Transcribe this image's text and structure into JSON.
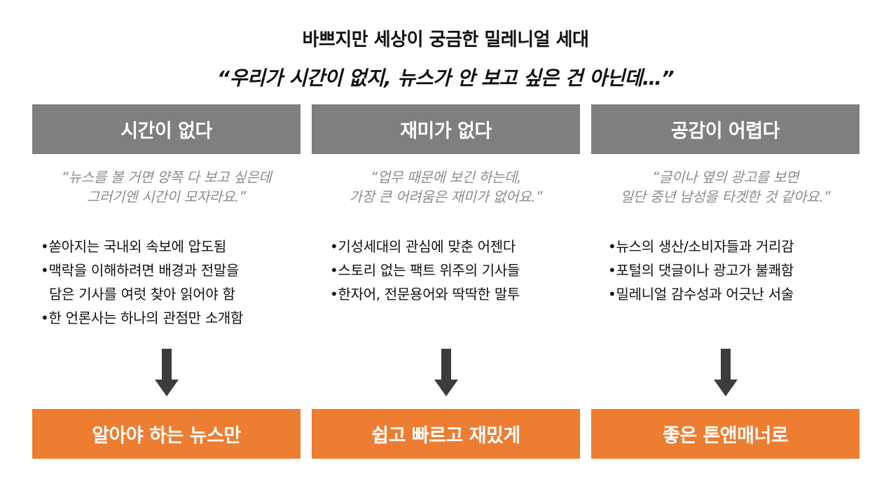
{
  "title": "바쁘지만 세상이 궁금한 밀레니얼 세대",
  "subtitle": "“우리가 시간이 없지, 뉴스가 안 보고 싶은 건 아닌데…”",
  "colors": {
    "header_gray": "#7f7f7f",
    "result_orange": "#ed7d31",
    "quote_gray": "#8c8c8c",
    "arrow_dark": "#3c3c3c"
  },
  "columns": [
    {
      "header": "시간이 없다",
      "quote": [
        "“뉴스를  볼 거면 양쪽 다 보고 싶은데",
        "그러기엔 시간이 모자라요.”"
      ],
      "bullets": [
        {
          "text": "•쏟아지는 국내외 속보에 압도됨"
        },
        {
          "text": "•맥락을 이해하려면 배경과 전말을",
          "cont": "담은 기사를 여럿 찾아 읽어야 함"
        },
        {
          "text": "•한 언론사는 하나의 관점만 소개함"
        }
      ],
      "arrow_icon": "down-arrow-icon",
      "result": "알아야 하는 뉴스만"
    },
    {
      "header": "재미가 없다",
      "quote": [
        "“업무 때문에 보긴 하는데,",
        "가장 큰 어려움은 재미가 없어요.”"
      ],
      "bullets": [
        {
          "text": "•기성세대의 관심에 맞춘 어젠다"
        },
        {
          "text": "•스토리 없는 팩트 위주의 기사들"
        },
        {
          "text": "•한자어, 전문용어와 딱딱한 말투"
        }
      ],
      "arrow_icon": "down-arrow-icon",
      "result": "쉽고 빠르고 재밌게"
    },
    {
      "header": "공감이 어렵다",
      "quote": [
        "“글이나 옆의 광고를 보면",
        "일단 중년 남성을 타겟한 것 같아요.”"
      ],
      "bullets": [
        {
          "text": "•뉴스의 생산/소비자들과 거리감"
        },
        {
          "text": "•포털의 댓글이나 광고가 불쾌함"
        },
        {
          "text": "•밀레니얼 감수성과 어긋난 서술"
        }
      ],
      "arrow_icon": "down-arrow-icon",
      "result": "좋은 톤앤매너로"
    }
  ]
}
